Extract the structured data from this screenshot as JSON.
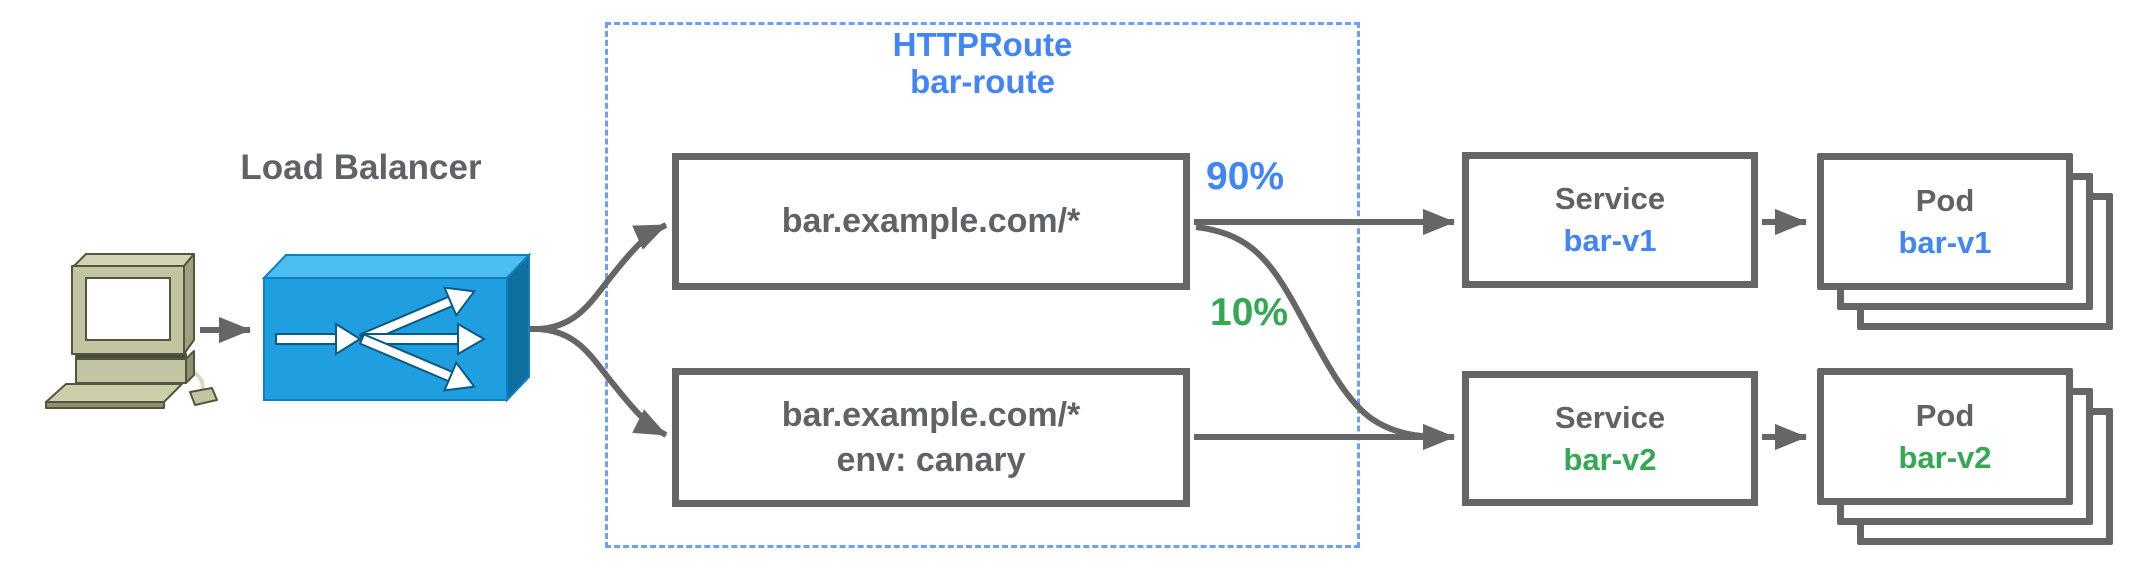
{
  "client": {
    "icon": "desktop-computer-icon"
  },
  "load_balancer": {
    "label": "Load Balancer",
    "icon": "load-balancer-icon"
  },
  "httproute": {
    "kind": "HTTPRoute",
    "name": "bar-route",
    "rules": [
      {
        "match": "bar.example.com/*",
        "weight": "90%",
        "weight_color": "#4285f4"
      },
      {
        "match": "bar.example.com/*",
        "header": "env: canary",
        "weight": "10%",
        "weight_color": "#34a853"
      }
    ]
  },
  "services": [
    {
      "type_label": "Service",
      "name": "bar-v1",
      "name_color": "#4285f4"
    },
    {
      "type_label": "Service",
      "name": "bar-v2",
      "name_color": "#34a853"
    }
  ],
  "pods": [
    {
      "type_label": "Pod",
      "name": "bar-v1",
      "name_color": "#4285f4",
      "replicas_shown": 3
    },
    {
      "type_label": "Pod",
      "name": "bar-v2",
      "name_color": "#34a853",
      "replicas_shown": 3
    }
  ],
  "colors": {
    "blue_accent": "#4285f4",
    "green_accent": "#34a853",
    "text_gray": "#5f6368",
    "line_gray": "#666666",
    "dashed_border_blue": "#6b9ffa",
    "lb_front": "#1f9fdf",
    "lb_top": "#4cbdf0",
    "lb_side": "#0f6f9e",
    "computer_body": "#c3c4a1"
  }
}
